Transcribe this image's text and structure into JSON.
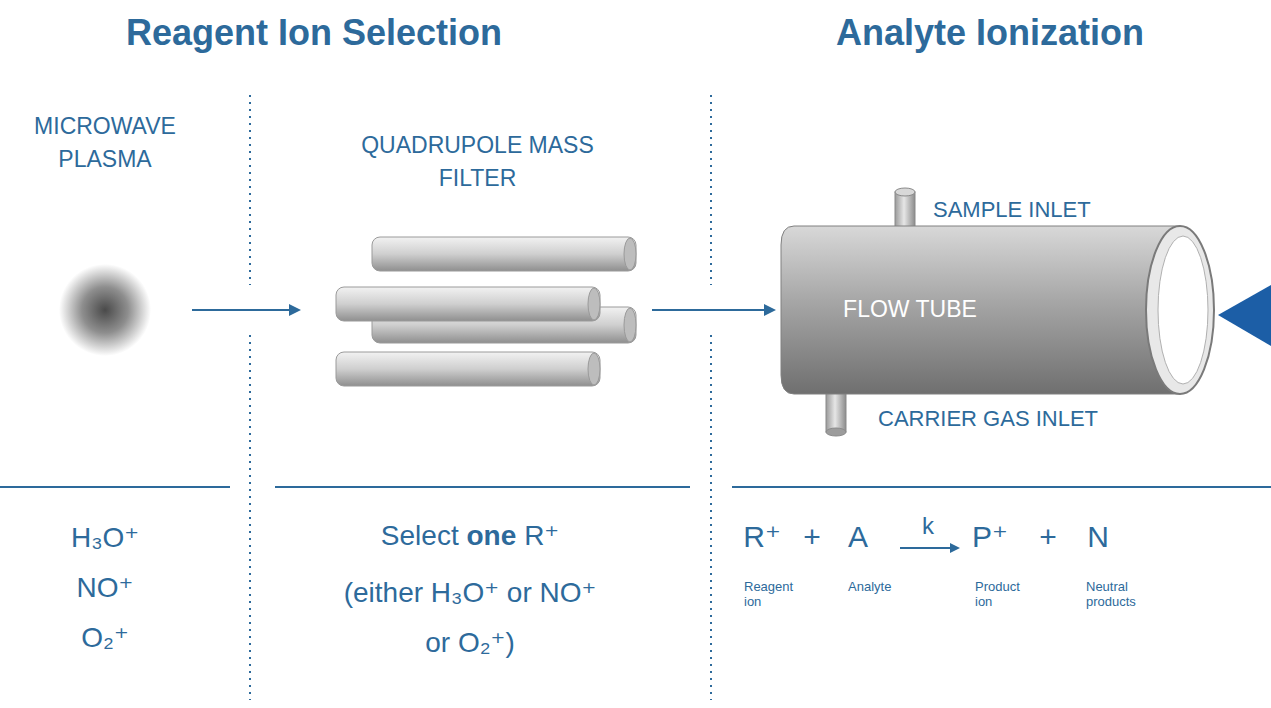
{
  "diagram": {
    "nodes": [
      {
        "text": [
          "MICROWAVE PLASMA"
        ]
      },
      {
        "text": [
          "QUADRUPOLE MASS FILTER"
        ]
      },
      {
        "text": [
          "FLOW TUBE"
        ]
      }
    ],
    "edges": [
      {
        "from": 0,
        "to": 1,
        "arrow": "to"
      },
      {
        "from": 1,
        "to": 2,
        "arrow": "to"
      }
    ],
    "labels": [
      "Reagent Ion Selection",
      "Analyte Ionization",
      "SAMPLE INLET",
      "CARRIER GAS INLET",
      "H₃O⁺",
      "NO⁺",
      "O₂⁺",
      "Select",
      "one",
      "R⁺",
      "(either H₃O⁺ or NO⁺ or O₂⁺)",
      "R⁺",
      "+",
      "A",
      "k",
      "P⁺",
      "+",
      "N",
      "Reagent ion",
      "Analyte",
      "Product ion",
      "Neutral products"
    ]
  }
}
